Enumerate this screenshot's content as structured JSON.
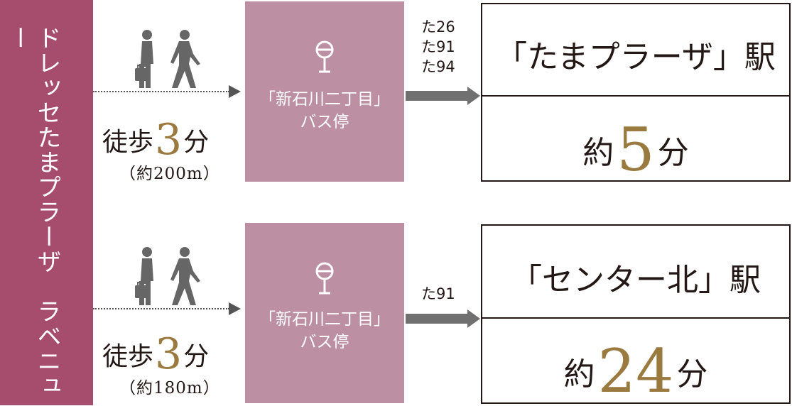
{
  "origin": {
    "name": "ドレッセたまプラーザ　ラベニュー"
  },
  "rows": [
    {
      "walk": {
        "prefix": "徒歩",
        "minutes": "3",
        "unit": "分",
        "distance": "（約200m）"
      },
      "bus_stop": {
        "name": "「新石川二丁目」",
        "label": "バス停"
      },
      "routes": [
        "た26",
        "た91",
        "た94"
      ],
      "destination": {
        "name": "「たまプラーザ」駅",
        "prefix": "約",
        "minutes": "5",
        "unit": "分"
      }
    },
    {
      "walk": {
        "prefix": "徒歩",
        "minutes": "3",
        "unit": "分",
        "distance": "（約180m）"
      },
      "bus_stop": {
        "name": "「新石川二丁目」",
        "label": "バス停"
      },
      "routes": [
        "た91"
      ],
      "destination": {
        "name": "「センター北」駅",
        "prefix": "約",
        "minutes": "24",
        "unit": "分"
      }
    }
  ],
  "colors": {
    "origin_bg": "#a64d6e",
    "bus_stop_bg": "#bd8fa2",
    "accent_gold": "#9b7a3f",
    "arrow_gray": "#707070"
  }
}
